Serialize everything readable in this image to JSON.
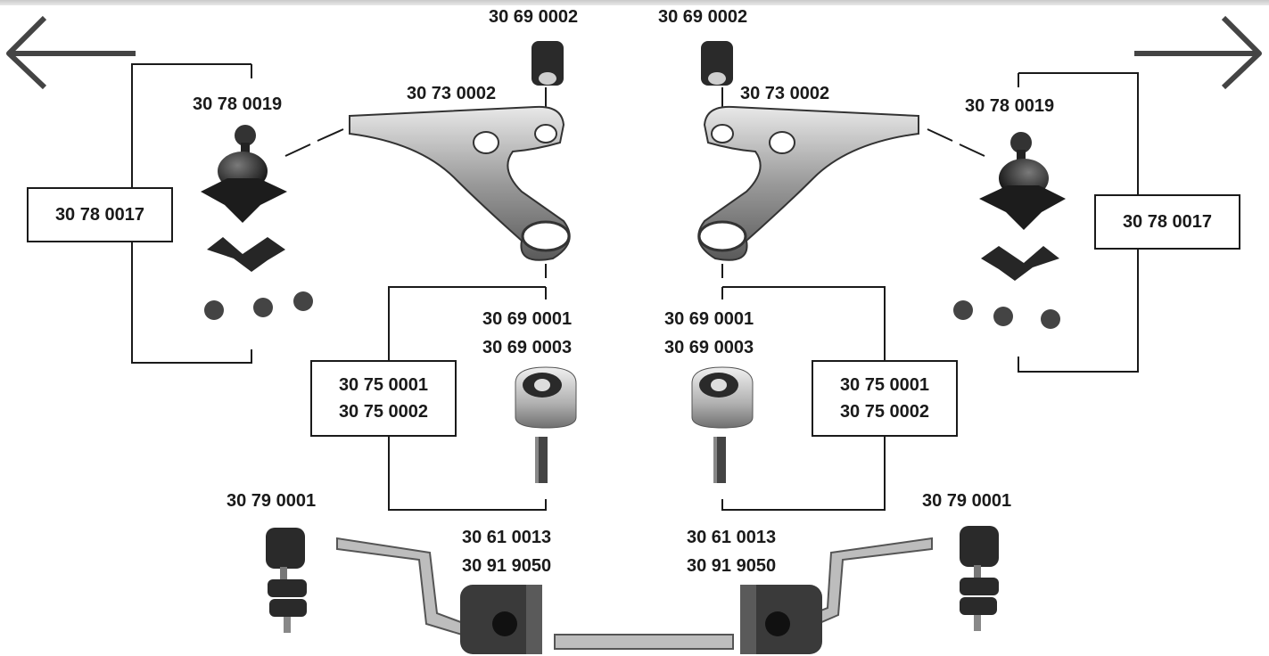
{
  "parts": {
    "left": {
      "bush_top": "30 69 0002",
      "control_arm": "30 73 0002",
      "ball_joint": "30 78 0019",
      "ball_joint_kit": "30 78 0017",
      "bush_main_1": "30 69 0001",
      "bush_main_2": "30 69 0003",
      "arm_kit_1": "30 75 0001",
      "arm_kit_2": "30 75 0002",
      "link": "30 79 0001",
      "stab_bush_1": "30 61 0013",
      "stab_bush_2": "30 91 9050"
    },
    "right": {
      "bush_top": "30 69 0002",
      "control_arm": "30 73 0002",
      "ball_joint": "30 78 0019",
      "ball_joint_kit": "30 78 0017",
      "bush_main_1": "30 69 0001",
      "bush_main_2": "30 69 0003",
      "arm_kit_1": "30 75 0001",
      "arm_kit_2": "30 75 0002",
      "link": "30 79 0001",
      "stab_bush_1": "30 61 0013",
      "stab_bush_2": "30 91 9050"
    }
  },
  "nav": {
    "prev_icon": "arrow-left-icon",
    "next_icon": "arrow-right-icon"
  },
  "colors": {
    "line": "#1a1a1a",
    "part_dark": "#2a2a2a",
    "part_mid": "#8a8a8a",
    "part_light": "#d0d0d0",
    "bar": "#bdbdbd"
  }
}
